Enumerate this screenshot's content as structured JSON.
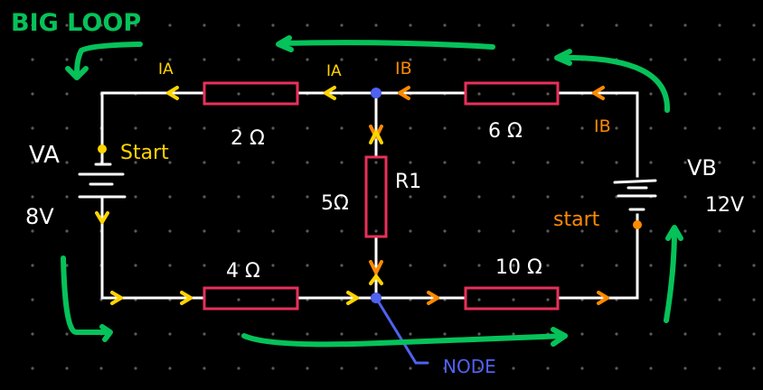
{
  "title": "BIG LOOP",
  "colors": {
    "background": "#000000",
    "grid_dot": "#5a5a5a",
    "wire": "#ffffff",
    "resistor": "#e8305a",
    "current_a": "#ffd400",
    "current_b": "#ff8a00",
    "loop": "#06c25a",
    "node": "#4f62f0"
  },
  "sources": {
    "va": {
      "name": "VA",
      "value": "8V",
      "start_label": "Start"
    },
    "vb": {
      "name": "VB",
      "value": "12V",
      "start_label": "start"
    }
  },
  "resistors": {
    "top_left": "2 Ω",
    "top_right": "6 Ω",
    "middle": "5Ω",
    "middle_name": "R1",
    "bottom_left": "4 Ω",
    "bottom_right": "10 Ω"
  },
  "currents": {
    "ia": "IA",
    "ib": "IB"
  },
  "node_label": "NODE",
  "loop_label": "BIG LOOP"
}
